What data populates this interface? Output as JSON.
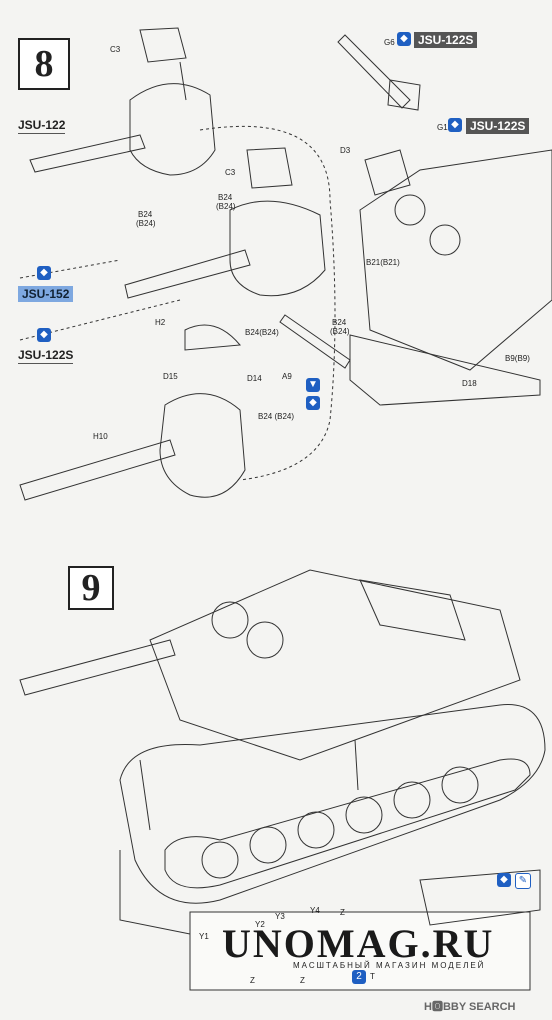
{
  "steps": [
    {
      "number": "8"
    },
    {
      "number": "9"
    }
  ],
  "variants": {
    "v1": "JSU-122",
    "v2": "JSU-152",
    "v3": "JSU-122S",
    "tag_g6": "JSU-122S",
    "tag_g1": "JSU-122S"
  },
  "parts": {
    "c3_top": "C3",
    "c3_mid": "C3",
    "g6": "G6",
    "g1": "G1",
    "d3": "D3",
    "b24_a": "B24",
    "b24_a2": "(B24)",
    "b24_b": "B24",
    "b24_b2": "(B24)",
    "b21": "B21(B21)",
    "b24_c": "B24(B24)",
    "b24_d": "B24",
    "b24_d2": "(B24)",
    "a9": "A9",
    "h2": "H2",
    "d15": "D15",
    "d14": "D14",
    "b24_e": "B24 (B24)",
    "h10": "H10",
    "b9": "B9(B9)",
    "d18": "D18",
    "y1": "Y1",
    "y2": "Y2",
    "y3": "Y3",
    "y4": "Y4",
    "z1": "Z",
    "z2": "Z",
    "z3": "Z",
    "t": "T"
  },
  "watermark": {
    "title": "UNOMAG.RU",
    "subtitle": "МАСШТАБНЫЙ МАГАЗИН МОДЕЛЕЙ"
  },
  "brand": "H🅾BBY SEARCH",
  "colors": {
    "accent_blue": "#1f5fc2",
    "light_blue": "#7ea8e0",
    "line": "#333333"
  }
}
